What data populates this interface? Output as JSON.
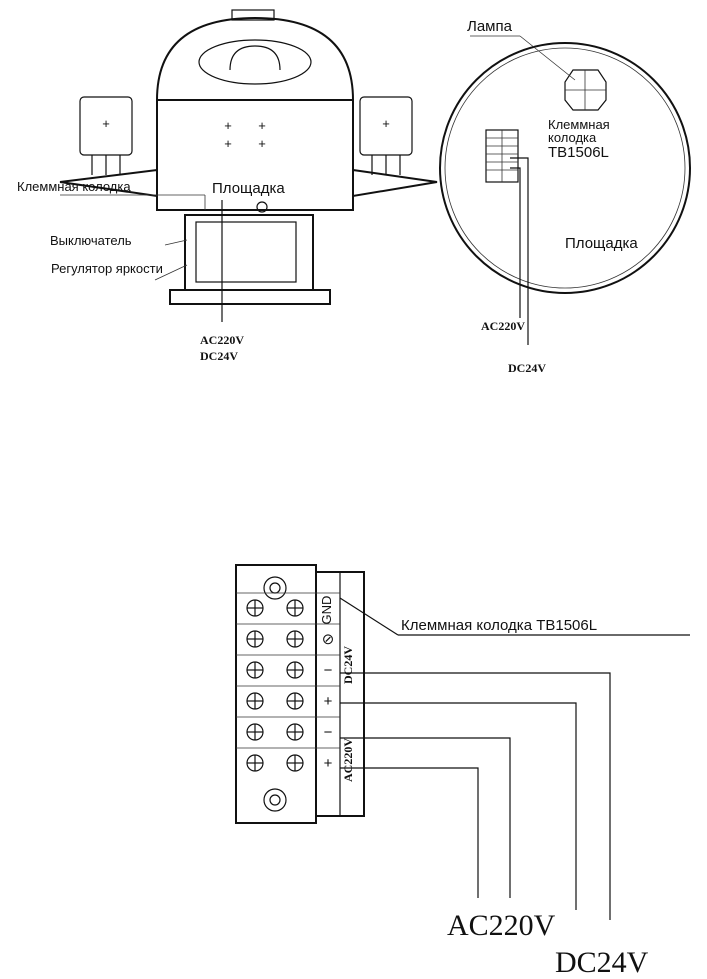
{
  "left_view": {
    "platform": "Площадка",
    "terminal_block": "Клеммная колодка",
    "switch": "Выключатель",
    "brightness": "Регулятор яркости",
    "supply_ac": "AC220V",
    "supply_dc": "DC24V"
  },
  "right_view": {
    "lamp": "Лампа",
    "terminal_block_line1": "Клеммная",
    "terminal_block_line2": "колодка",
    "terminal_block_model": "TB1506L",
    "platform": "Площадка",
    "supply_ac": "AC220V",
    "supply_dc": "DC24V"
  },
  "terminal_detail": {
    "title": "Клеммная колодка TB1506L",
    "rows": [
      {
        "symbol": "GND",
        "group": ""
      },
      {
        "symbol": "⊘",
        "group": ""
      },
      {
        "symbol": "−",
        "group": "DC24V"
      },
      {
        "symbol": "+",
        "group": "DC24V"
      },
      {
        "symbol": "−",
        "group": "AC220V"
      },
      {
        "symbol": "+",
        "group": "AC220V"
      }
    ],
    "group_dc": "DC24V",
    "group_ac": "AC220V",
    "out_ac": "AC220V",
    "out_dc": "DC24V"
  }
}
